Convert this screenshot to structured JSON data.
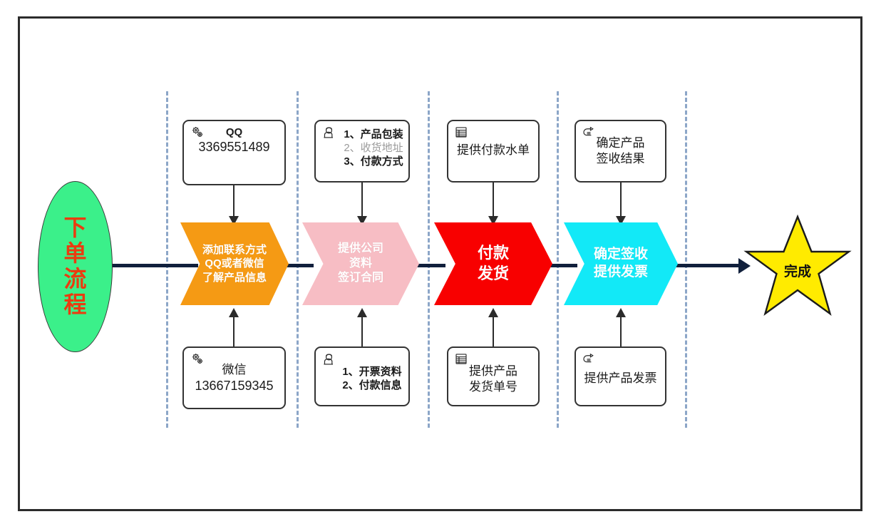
{
  "diagram": {
    "title": "下单流程",
    "start_node": {
      "label": "下单流程",
      "shape": "ellipse",
      "fill": "#3bf08a",
      "text_color": "#ea3c10"
    },
    "end_node": {
      "label": "完成",
      "shape": "star",
      "fill": "#ffeb00",
      "text_color": "#111111"
    },
    "stages": [
      {
        "id": "stage-1",
        "process": {
          "lines": [
            "添加联系方式",
            "QQ或者微信",
            "了解产品信息"
          ],
          "fill": "#f59a14",
          "text_color": "#ffffff"
        },
        "note_top": {
          "icon": "gears-icon",
          "lines": [
            {
              "text": "QQ",
              "style": "b"
            },
            {
              "text": "3369551489",
              "style": "num"
            }
          ]
        },
        "note_bottom": {
          "icon": "gears-icon",
          "lines": [
            {
              "text": "微信",
              "style": "cn"
            },
            {
              "text": "13667159345",
              "style": "num"
            }
          ]
        }
      },
      {
        "id": "stage-2",
        "process": {
          "lines": [
            "提供公司",
            "资料",
            "签订合同"
          ],
          "fill": "#f7bdc4",
          "text_color": "#ffffff"
        },
        "note_top": {
          "icon": "person-icon",
          "lines": [
            {
              "text": "1、产品包装",
              "style": "tiny"
            },
            {
              "text": "2、收货地址",
              "style": "dim"
            },
            {
              "text": "3、付款方式",
              "style": "tiny"
            }
          ]
        },
        "note_bottom": {
          "icon": "person-icon",
          "lines": [
            {
              "text": "1、开票资料",
              "style": "tiny"
            },
            {
              "text": "2、付款信息",
              "style": "tiny"
            }
          ]
        }
      },
      {
        "id": "stage-3",
        "process": {
          "lines": [
            "付款",
            "发货"
          ],
          "fill": "#f80000",
          "text_color": "#ffffff"
        },
        "note_top": {
          "icon": "document-list-icon",
          "lines": [
            {
              "text": "提供付款水单",
              "style": "cn"
            }
          ]
        },
        "note_bottom": {
          "icon": "document-list-icon",
          "lines": [
            {
              "text": "提供产品",
              "style": "cn"
            },
            {
              "text": "发货单号",
              "style": "cn"
            }
          ]
        }
      },
      {
        "id": "stage-4",
        "process": {
          "lines": [
            "确定签收",
            "提供发票"
          ],
          "fill": "#12e9f7",
          "text_color": "#ffffff"
        },
        "note_top": {
          "icon": "pointing-hand-icon",
          "lines": [
            {
              "text": "确定产品",
              "style": "cn"
            },
            {
              "text": "签收结果",
              "style": "cn"
            }
          ]
        },
        "note_bottom": {
          "icon": "pointing-hand-icon",
          "lines": [
            {
              "text": "提供产品发票",
              "style": "cn"
            }
          ]
        }
      }
    ],
    "colors": {
      "spine": "#11203c",
      "divider": "#8ca6c8",
      "frame_border": "#2b2b2b",
      "note_border": "#333333",
      "connector": "#2b2b2b"
    }
  }
}
